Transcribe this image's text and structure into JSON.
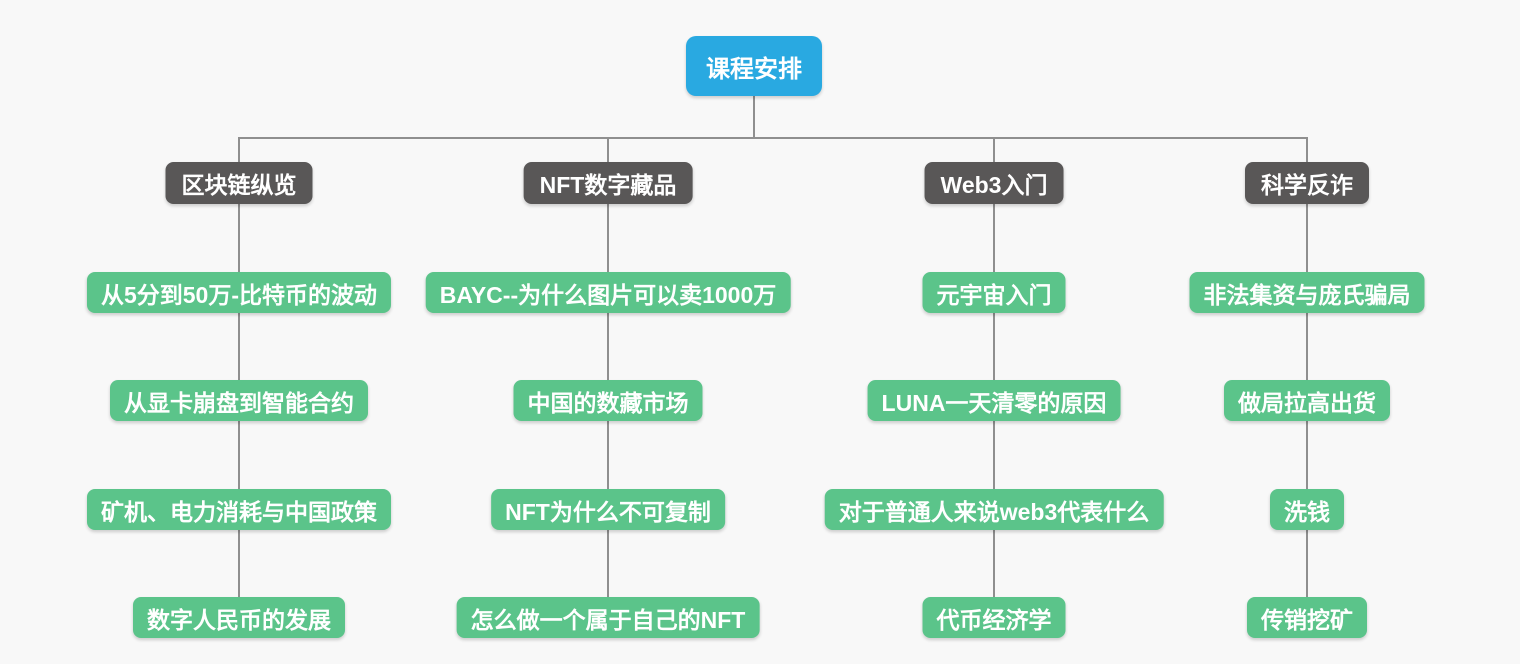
{
  "canvas": {
    "background": "#f8f8f8",
    "line_color": "#8f8f8f"
  },
  "node_colors": {
    "root": "#29a9e1",
    "branch": "#595757",
    "leaf": "#5bc48a"
  },
  "root": {
    "label": "课程安排"
  },
  "branches": [
    {
      "label": "区块链纵览",
      "children": [
        "从5分到50万-比特币的波动",
        "从显卡崩盘到智能合约",
        "矿机、电力消耗与中国政策",
        "数字人民币的发展"
      ]
    },
    {
      "label": "NFT数字藏品",
      "children": [
        "BAYC--为什么图片可以卖1000万",
        "中国的数藏市场",
        "NFT为什么不可复制",
        "怎么做一个属于自己的NFT"
      ]
    },
    {
      "label": "Web3入门",
      "children": [
        "元宇宙入门",
        "LUNA一天清零的原因",
        "对于普通人来说web3代表什么",
        "代币经济学"
      ]
    },
    {
      "label": "科学反诈",
      "children": [
        "非法集资与庞氏骗局",
        "做局拉高出货",
        "洗钱",
        "传销挖矿"
      ]
    }
  ]
}
